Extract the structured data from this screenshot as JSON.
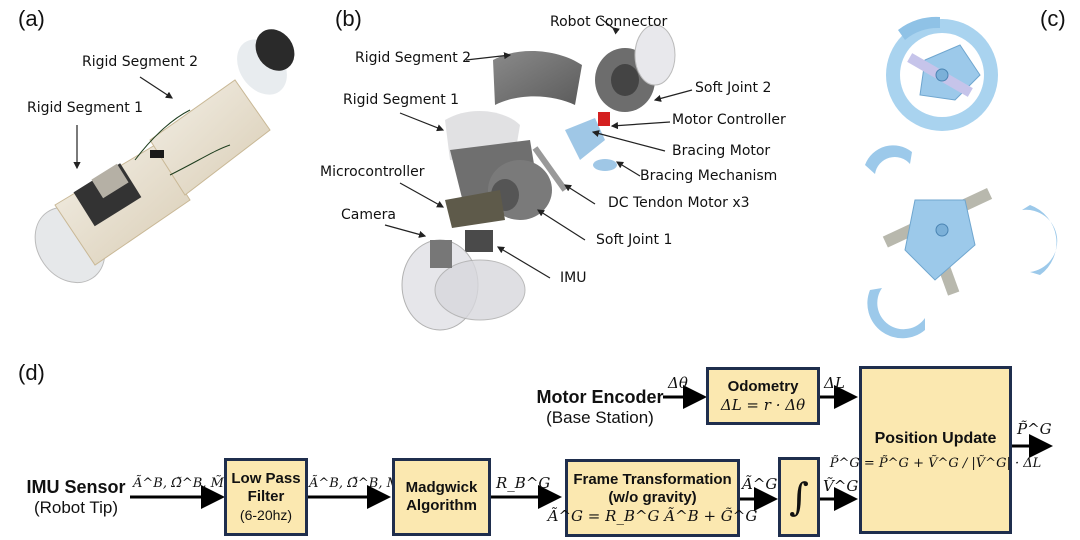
{
  "panels": {
    "a": {
      "label": "(a)",
      "callouts": [
        "Rigid Segment 2",
        "Rigid Segment 1"
      ]
    },
    "b": {
      "label": "(b)",
      "callouts": [
        "Robot Connector",
        "Rigid Segment 2",
        "Soft Joint 2",
        "Rigid Segment 1",
        "Motor Controller",
        "Bracing Motor",
        "Bracing Mechanism",
        "Microcontroller",
        "DC Tendon Motor x3",
        "Camera",
        "Soft Joint 1",
        "IMU"
      ]
    },
    "c": {
      "label": "(c)"
    },
    "d": {
      "label": "(d)",
      "sources": {
        "motor_encoder": {
          "title": "Motor Encoder",
          "sub": "(Base Station)"
        },
        "imu_sensor": {
          "title": "IMU Sensor",
          "sub": "(Robot Tip)"
        }
      },
      "blocks": {
        "low_pass": {
          "title": "Low Pass Filter",
          "sub": "(6-20hz)"
        },
        "madgwick": {
          "title": "Madgwick Algorithm"
        },
        "frame": {
          "title": "Frame Transformation",
          "sub": "(w/o gravity)",
          "eq": "Ã^G = R_B^G Ã^B + G̃^G"
        },
        "integral": {
          "symbol": "∫"
        },
        "odometry": {
          "title": "Odometry",
          "eq": "ΔL = r · Δθ"
        },
        "position": {
          "title": "Position Update",
          "eq": "P̃^G = P̃^G + Ṽ^G / |Ṽ^G| · ΔL"
        }
      },
      "signals": {
        "imu_raw": "Ã^B, Ω̃^B, M̃^B",
        "imu_filtered": "Ã^B, Ω̃^B, M̃^B",
        "rotation": "R_B^G",
        "accel_global": "Ã^G",
        "velocity_global": "Ṽ^G",
        "delta_theta": "Δθ",
        "delta_L": "ΔL",
        "position_out": "P̃^G"
      },
      "colors": {
        "block_fill": "#fbe8b0",
        "block_border": "#1f2e4d"
      }
    }
  }
}
